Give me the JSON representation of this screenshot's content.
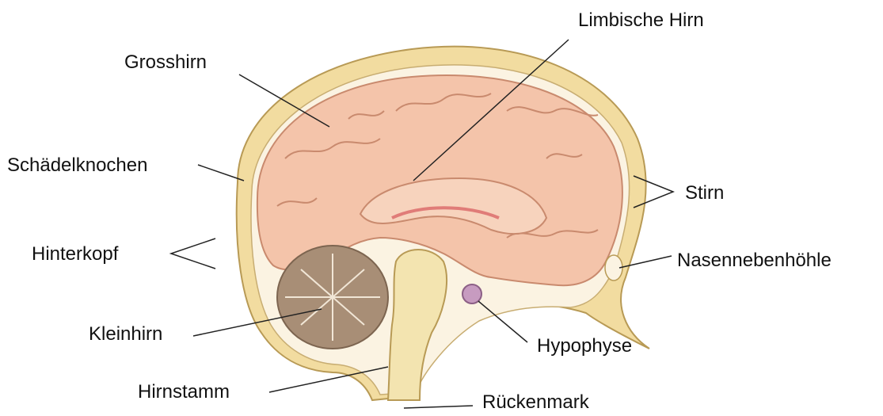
{
  "labels": {
    "limbic": "Limbische Hirn",
    "cerebrum": "Grosshirn",
    "skull": "Schädelknochen",
    "forehead": "Stirn",
    "occiput": "Hinterkopf",
    "sinus": "Nasennebenhöhle",
    "cerebellum": "Kleinhirn",
    "pituitary": "Hypophyse",
    "brainstem": "Hirnstamm",
    "spinal_cord": "Rückenmark"
  },
  "colors": {
    "skull": "#f2dca0",
    "skull_edge": "#b89a55",
    "cortex": "#f4c4aa",
    "cortex_edge": "#c98a6e",
    "cerebellum": "#a88e76",
    "brainstem": "#f3e4b0",
    "pituitary": "#c79bc0",
    "line": "#222222"
  }
}
